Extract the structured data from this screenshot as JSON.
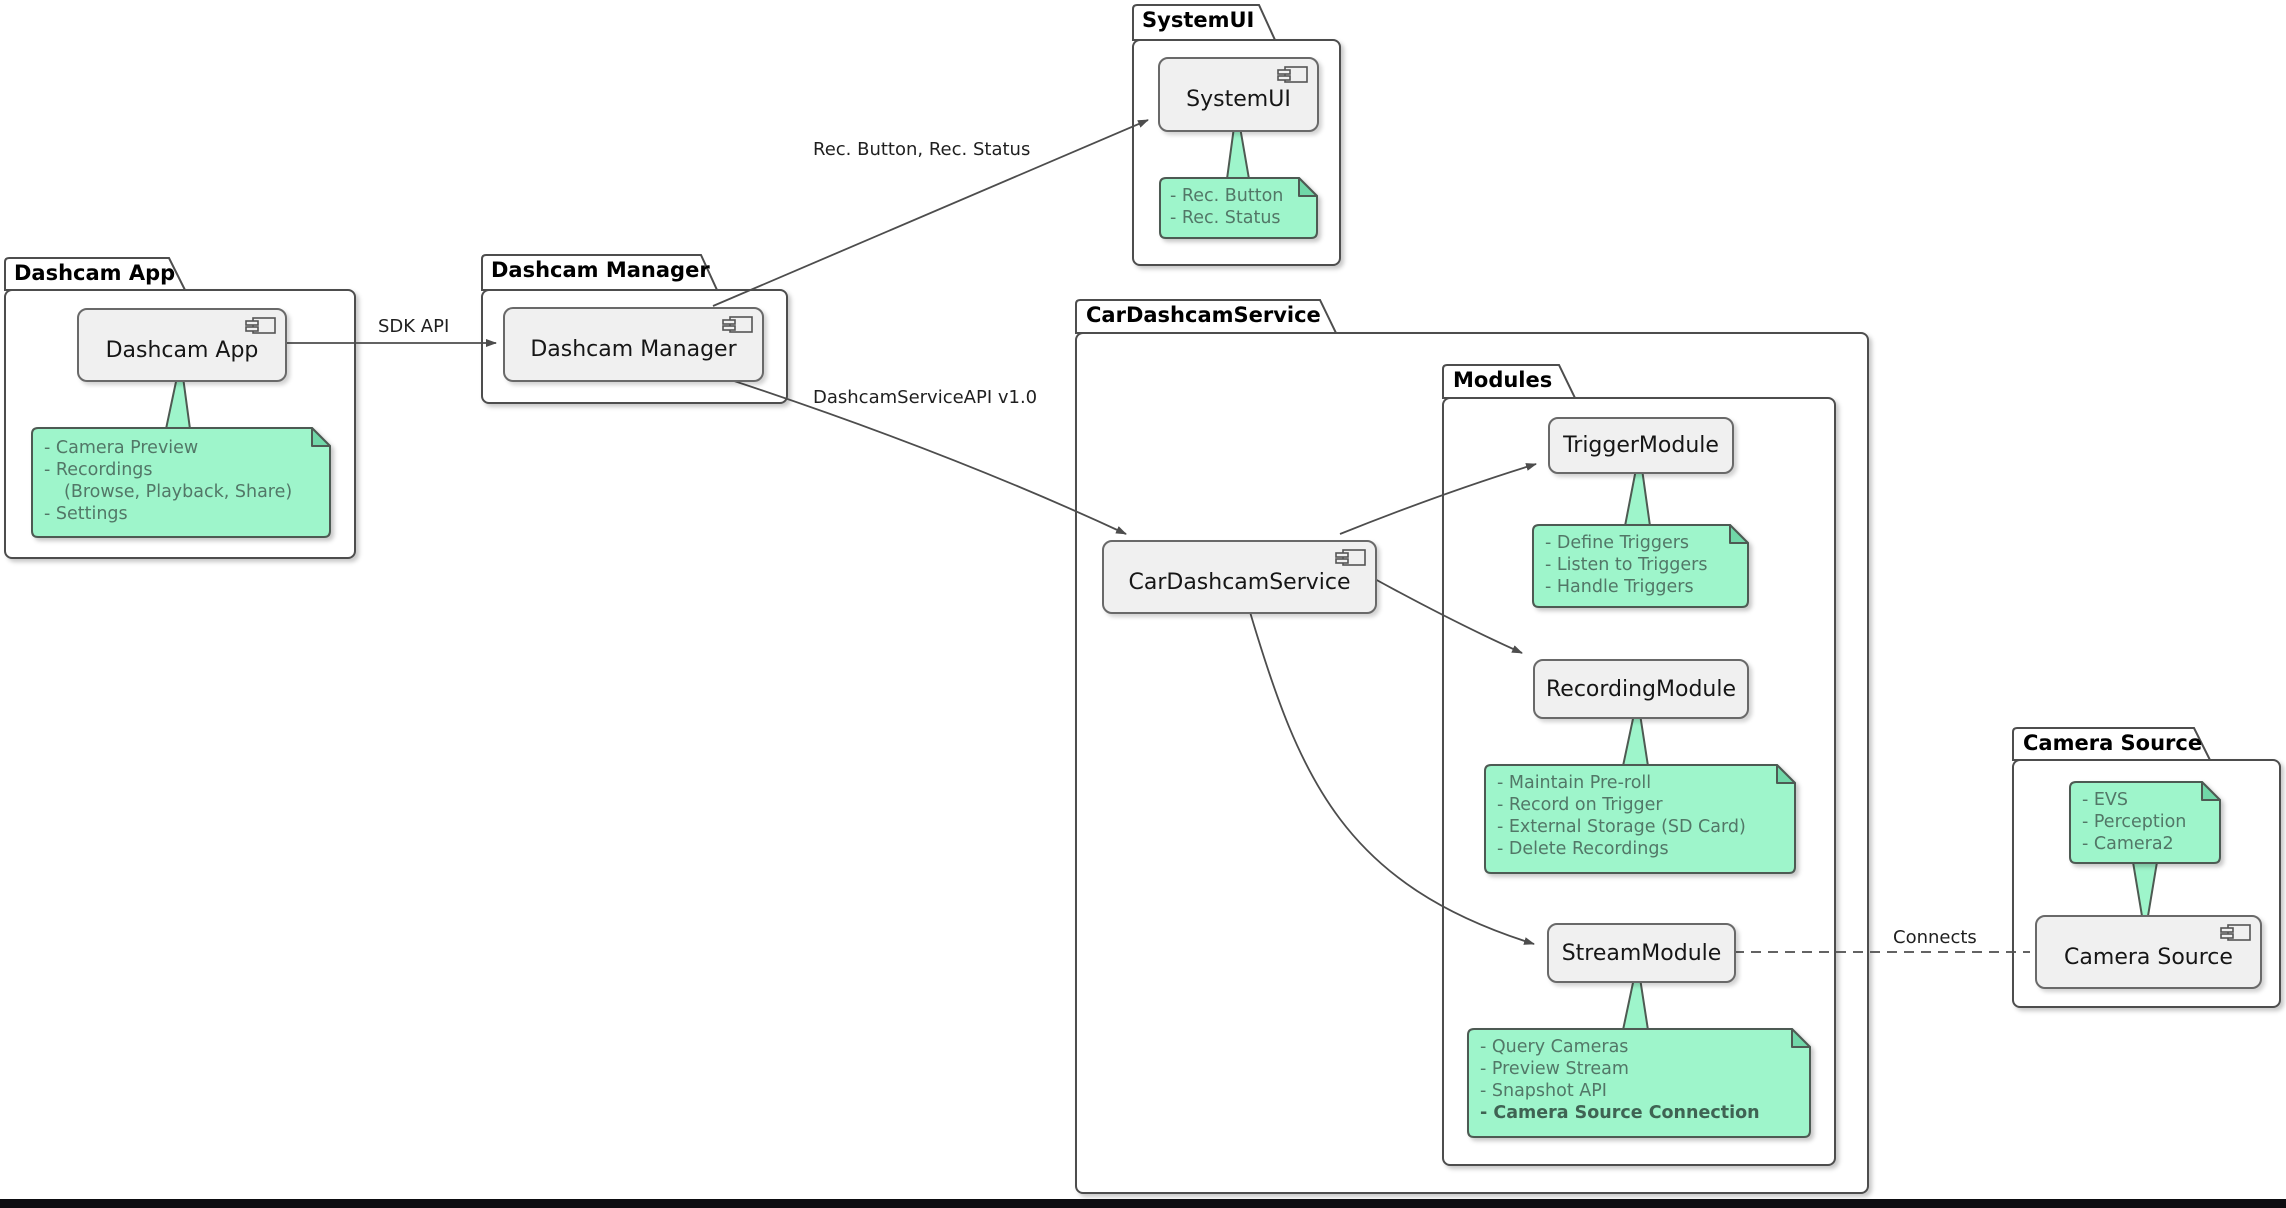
{
  "packages": {
    "dashcam_app": {
      "title": "Dashcam App"
    },
    "dashcam_manager": {
      "title": "Dashcam Manager"
    },
    "systemui": {
      "title": "SystemUI"
    },
    "car_dashcam_service": {
      "title": "CarDashcamService"
    },
    "modules": {
      "title": "Modules"
    },
    "camera_source": {
      "title": "Camera Source"
    }
  },
  "components": {
    "dashcam_app": "Dashcam App",
    "dashcam_manager": "Dashcam Manager",
    "systemui": "SystemUI",
    "car_dashcam_service": "CarDashcamService",
    "trigger_module": "TriggerModule",
    "recording_module": "RecordingModule",
    "stream_module": "StreamModule",
    "camera_source": "Camera Source"
  },
  "notes": {
    "dashcam_app": {
      "lines": [
        "- Camera Preview",
        "- Recordings",
        "(Browse, Playback, Share)",
        "- Settings"
      ]
    },
    "systemui": {
      "lines": [
        "- Rec. Button",
        "- Rec. Status"
      ]
    },
    "trigger_module": {
      "lines": [
        "- Define Triggers",
        "- Listen to Triggers",
        "- Handle Triggers"
      ]
    },
    "recording_module": {
      "lines": [
        "- Maintain Pre-roll",
        "- Record on Trigger",
        "- External Storage (SD Card)",
        "- Delete Recordings"
      ]
    },
    "stream_module": {
      "lines": [
        "- Query Cameras",
        "- Preview Stream",
        "- Snapshot API",
        "- Camera Source Connection"
      ]
    },
    "camera_source": {
      "lines": [
        "- EVS",
        "- Perception",
        "- Camera2"
      ]
    }
  },
  "edge_labels": {
    "sdk_api": "SDK API",
    "rec_button_status": "Rec. Button, Rec. Status",
    "dashcam_service_api": "DashcamServiceAPI v1.0",
    "connects": "Connects"
  },
  "colors": {
    "note_fill": "#9EF5CB",
    "note_fold": "#6FD7A8",
    "note_border": "#4E5A52",
    "note_text": "#527767",
    "component_fill": "#F0F0F0",
    "component_border": "#696969",
    "package_border": "#4D4D4D",
    "edge": "#4D4D4D",
    "bottom_bar": "#0D0D11"
  }
}
